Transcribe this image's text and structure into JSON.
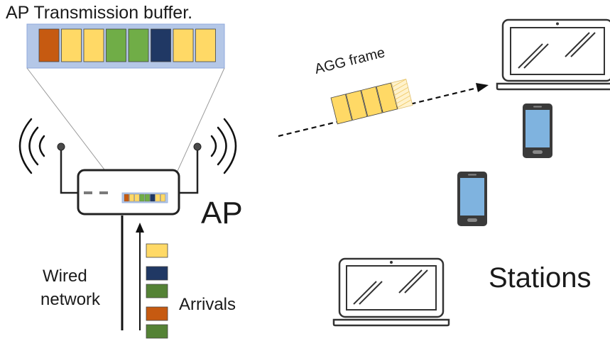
{
  "labels": {
    "buffer_title": "AP Transmission buffer.",
    "agg_frame": "AGG frame",
    "ap": "AP",
    "wired_line1": "Wired",
    "wired_line2": "network",
    "arrivals": "Arrivals",
    "stations": "Stations"
  },
  "colors": {
    "orange": "#c65a11",
    "yellow": "#ffd966",
    "green": "#70ad47",
    "dark_green": "#548235",
    "navy": "#203864",
    "light_blue_buffer": "#b4c7e7",
    "stroke": "#2b2b2b"
  },
  "buffer_packets": [
    "orange",
    "yellow",
    "yellow",
    "green",
    "green",
    "navy",
    "yellow",
    "yellow"
  ],
  "agg_frame_packets": [
    "yellow",
    "yellow",
    "yellow",
    "yellow",
    "yellow-faded"
  ],
  "arrival_packets": [
    "yellow",
    "navy",
    "dark_green",
    "orange",
    "dark_green"
  ],
  "icons": [
    "router-icon",
    "antenna-icon",
    "wifi-waves-icon",
    "laptop-icon",
    "smartphone-icon"
  ]
}
